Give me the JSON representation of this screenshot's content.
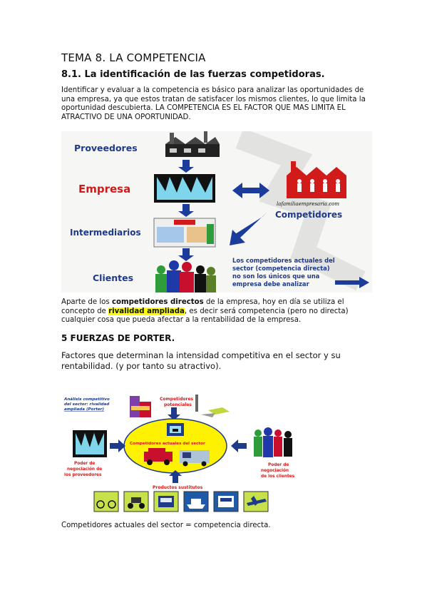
{
  "title": "TEMA 8. LA COMPETENCIA",
  "section1_heading": "8.1. La identificación de las fuerzas competidoras.",
  "paragraph1": "Identificar y evaluar a la competencia es básico para analizar las oportunidades de una empresa, ya que estos tratan de satisfacer los mismos clientes, lo que limita la oportunidad descubierta. LA COMPETENCIA ES EL FACTOR QUE MAS LIMITA EL ATRACTIVO DE UNA OPORTUNIDAD.",
  "figure1": {
    "proveedores": "Proveedores",
    "empresa": "Empresa",
    "intermediarios": "Intermediarios",
    "clientes": "Clientes",
    "competidores": "Competidores",
    "logo_text": "lafamiliaempresaria.com",
    "note": "Los competidores actuales del sector (competencia directa) no son los únicos que una empresa debe analizar",
    "colors": {
      "blue_label": "#1f3a8a",
      "red_label": "#d11a1a",
      "arrow": "#1c3c9c"
    }
  },
  "paragraph2": {
    "part1": "Aparte de los ",
    "bold1": "competidores directos",
    "part2": " de la empresa, hoy en día se utiliza el concepto de ",
    "highlight": "rivalidad ampliada",
    "part3": ", es decir será competencia (pero no directa) cualquier cosa que pueda afectar a la rentabilidad de la empresa."
  },
  "section2_heading": "5 FUERZAS DE PORTER.",
  "paragraph3": "Factores que determinan la intensidad competitiva en el sector y su rentabilidad. (y por tanto su atractivo).",
  "figure2": {
    "analysis_label": "Análisis competitivo del sector: rivalidad ampliada (Porter)",
    "potenciales": "Competidores potenciales",
    "actuales": "Competidores actuales del sector",
    "proveedores": "Poder de negociación de los proveedores",
    "clientes": "Poder de negociación de los clientes",
    "sustitutos": "Productos sustitutos",
    "colors": {
      "ellipse": "#fff200",
      "label_red": "#d11a1a",
      "label_blue": "#1f3a8a"
    }
  },
  "paragraph4": "Competidores actuales del sector = competencia directa."
}
